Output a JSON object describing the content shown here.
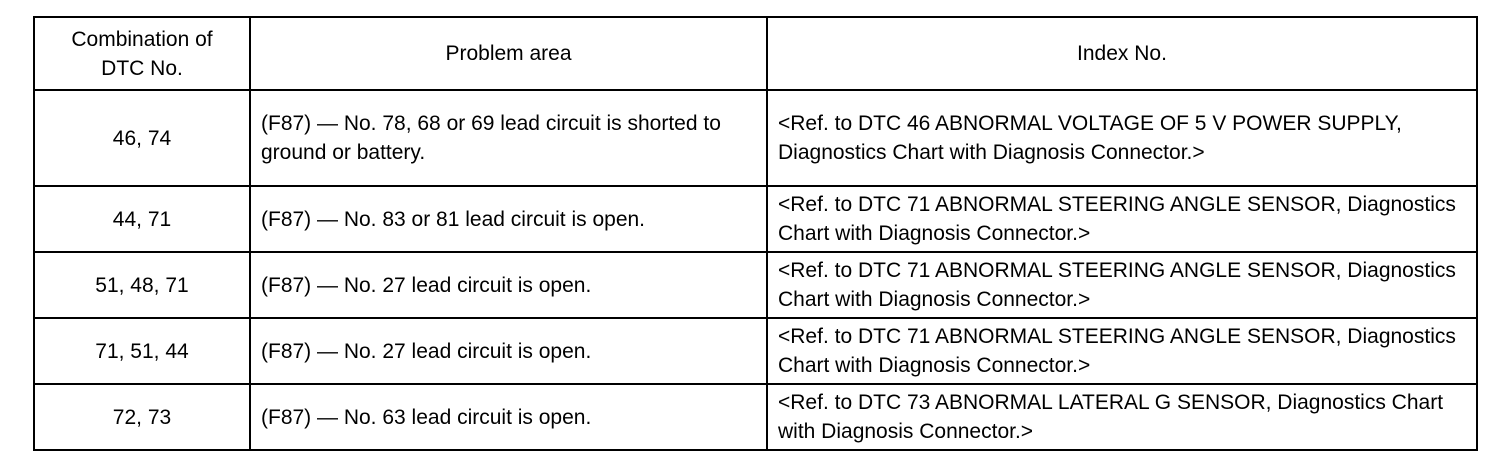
{
  "table": {
    "headers": {
      "combination": "Combination of DTC No.",
      "problem": "Problem area",
      "index": "Index No."
    },
    "rows": [
      {
        "combination": "46, 74",
        "problem": "(F87) — No. 78, 68 or 69 lead circuit is shorted to ground or battery.",
        "index": "<Ref. to DTC 46 ABNORMAL VOLTAGE OF 5 V POWER SUPPLY, Diagnostics Chart with Diagnosis Connector.>"
      },
      {
        "combination": "44, 71",
        "problem": "(F87) — No. 83 or 81 lead circuit is open.",
        "index": "<Ref. to DTC 71 ABNORMAL STEERING ANGLE SENSOR, Diagnostics Chart with Diagnosis Connector.>"
      },
      {
        "combination": "51, 48, 71",
        "problem": "(F87) — No. 27 lead circuit is open.",
        "index": "<Ref. to DTC 71 ABNORMAL STEERING ANGLE SENSOR, Diagnostics Chart with Diagnosis Connector.>"
      },
      {
        "combination": "71, 51, 44",
        "problem": "(F87) — No. 27 lead circuit is open.",
        "index": "<Ref. to DTC 71 ABNORMAL STEERING ANGLE SENSOR, Diagnostics Chart with Diagnosis Connector.>"
      },
      {
        "combination": "72, 73",
        "problem": "(F87) — No. 63 lead circuit is open.",
        "index": "<Ref. to DTC 73 ABNORMAL LATERAL G SENSOR, Diagnostics Chart with Diagnosis Connector.>"
      }
    ]
  }
}
